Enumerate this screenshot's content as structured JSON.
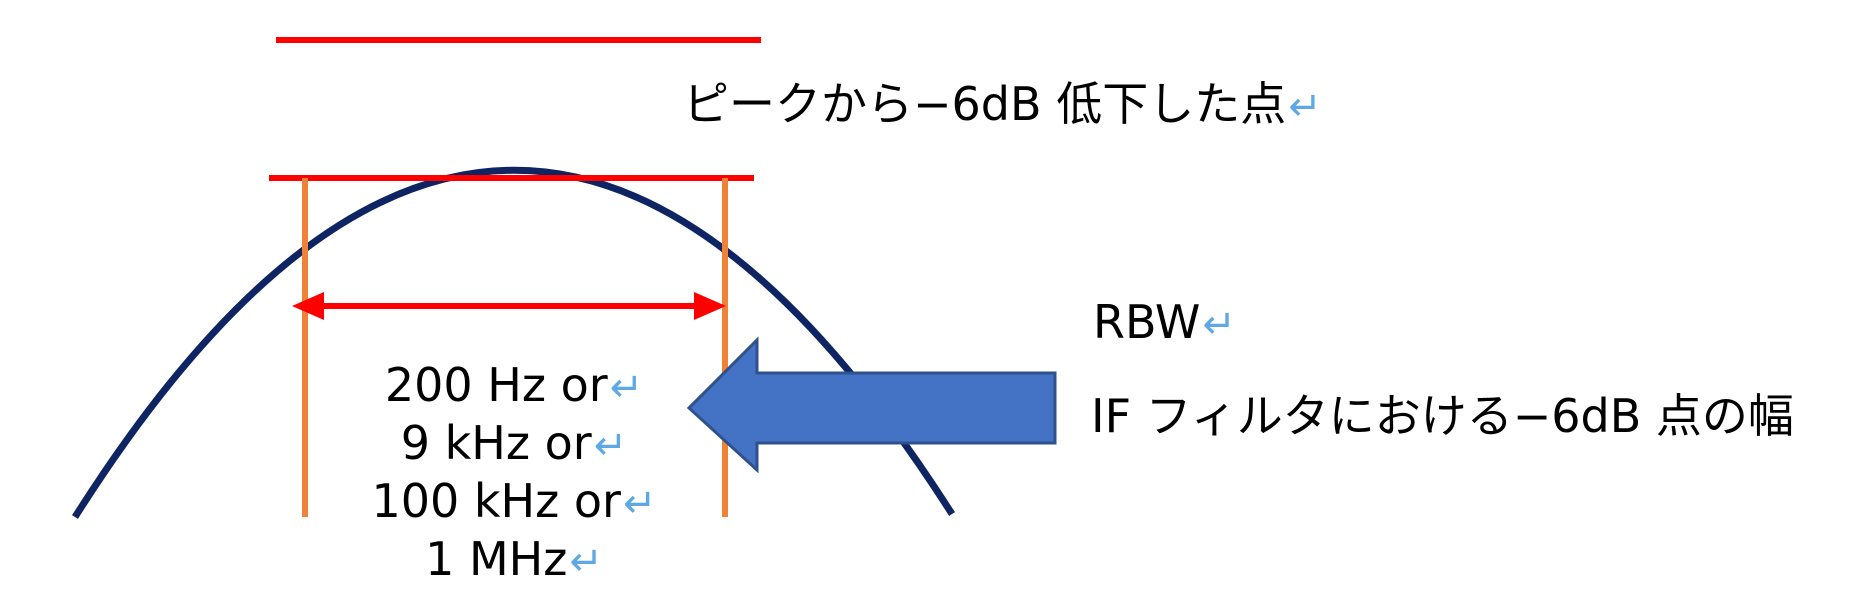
{
  "peak_label": "ピークから−6dB 低下した点",
  "rbw_title": "RBW",
  "rbw_description": "IF フィルタにおける−6dB 点の幅",
  "bandwidth_options": [
    "200 Hz or",
    "9 kHz or",
    "100 kHz or",
    "1 MHz"
  ],
  "return_mark": "↵",
  "colors": {
    "curve": "#0f2462",
    "red_lines": "#ff0000",
    "orange_markers": "#f08238",
    "arrow_fill": "#4472c4",
    "arrow_stroke": "#2f528f",
    "return_mark": "#5fa8e6"
  }
}
